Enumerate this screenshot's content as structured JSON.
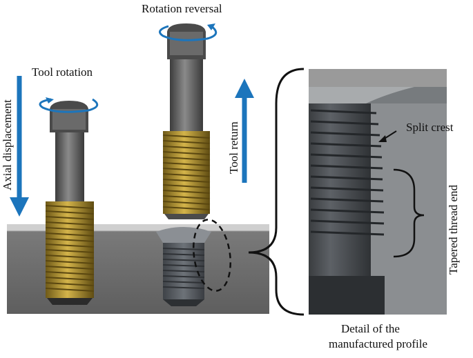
{
  "labels": {
    "axial_displacement": "Axial displacement",
    "tool_rotation": "Tool rotation",
    "rotation_reversal": "Rotation reversal",
    "tool_return": "Tool return",
    "split_crest": "Split crest",
    "tapered_thread_end": "Tapered thread end",
    "detail_line1": "Detail of the",
    "detail_line2": "manufactured profile"
  },
  "colors": {
    "arrow_blue": "#1c75bc",
    "thread_gold": "#b8962e",
    "tool_gray": "#5b5b5b",
    "workpiece_gray": "#6e6e6e",
    "workpiece_top": "#c9c9c9"
  }
}
